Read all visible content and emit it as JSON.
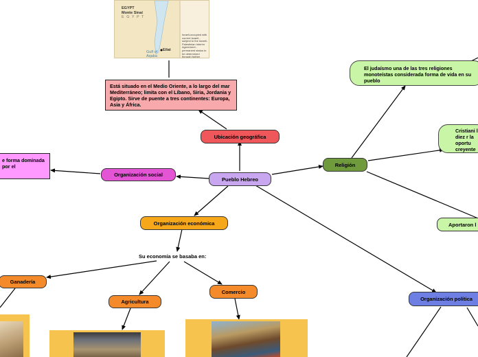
{
  "nodes": {
    "center": "Pueblo Hebreo",
    "ubicacion": "Ubicación geográfica",
    "ubicacion_text": "Está situado en el Medio Oriente, a lo largo del mar Mediterráneo; limita con el Líbano, Siria, Jordania y Egipto. Sirve de puente a tres continentes: Europa, Asia y África.",
    "org_social": "Organización social",
    "org_social_text": "e forma dominada por el",
    "org_economica": "Organización económica",
    "economia_text": "Su economía se basaba en:",
    "ganaderia": "Ganadería",
    "agricultura": "Agricultura",
    "comercio": "Comercio",
    "religion": "Religión",
    "judaismo_text": "El judaísmo una de las tres religiones monoteístas considerada forma de vida en su pueblo",
    "cristianismo_text": "Cristiani los diez r la oportu creyente",
    "aportaron": "Aportaron l",
    "org_politica": "Organización política"
  },
  "map": {
    "label_egypt": "EGYPT",
    "label_sinai": "Monte Sinaí",
    "label_egypt2": "E G Y P T",
    "label_gulf": "Gulf of Aqaba",
    "label_eilat": "Eilat",
    "note": "Israeli-occupied with current Israeli - subject to the Israeli-Palestinian Interim Agreement - permanent status to be determined through further negotiation"
  },
  "colors": {
    "center": "#c9a6f0",
    "ubicacion": "#f0575a",
    "ubicacion_box": "#f7a9ab",
    "org_social": "#e455d6",
    "org_social_box": "#ff99ff",
    "org_economica": "#f6a81a",
    "ganaderia": "#f48a2a",
    "religion": "#6f9b3c",
    "judaismo": "#c9f5a6",
    "org_politica": "#6d7fe3"
  }
}
